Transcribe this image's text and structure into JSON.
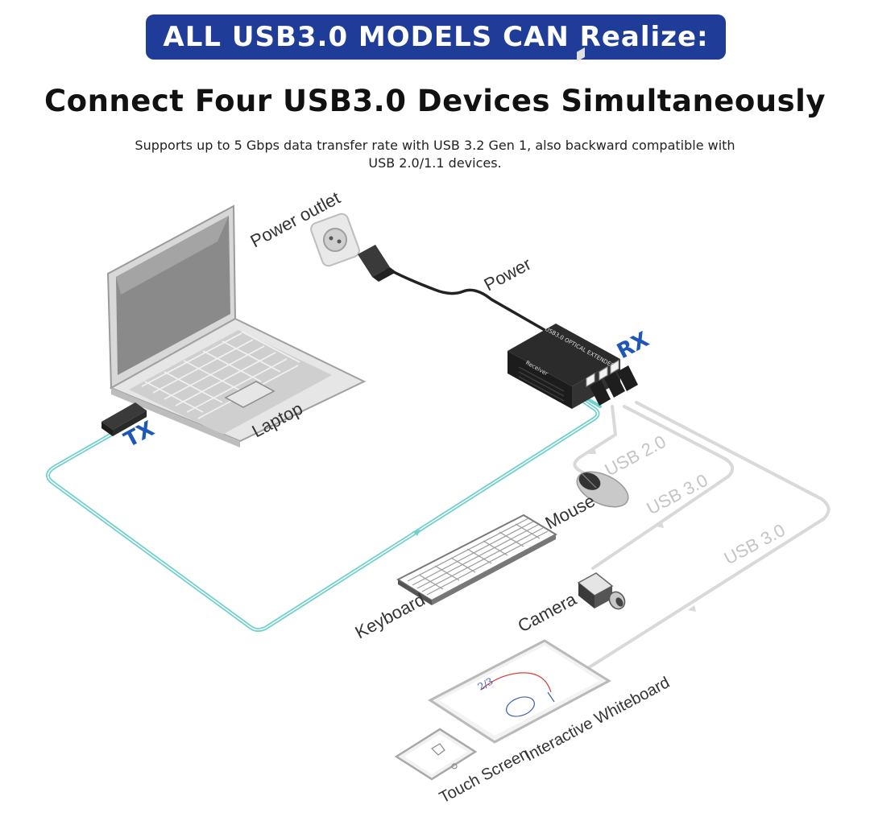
{
  "header": {
    "banner": "ALL USB3.0 MODELS CAN Realize:",
    "title": "Connect Four USB3.0 Devices Simultaneously",
    "subtitle_line1": "Supports up to 5 Gbps data transfer rate with USB 3.2 Gen 1, also backward compatible with",
    "subtitle_line2": "USB 2.0/1.1 devices."
  },
  "colors": {
    "banner_bg": "#1f3c99",
    "fiber": "#6fd0cc",
    "usb_cable": "#d9d9d9",
    "label_blue": "#1f57b8"
  },
  "diagram": {
    "labels": {
      "power_outlet": "Power outlet",
      "power": "Power",
      "rx": "RX",
      "tx": "TX",
      "laptop": "Laptop",
      "usb20": "USB 2.0",
      "usb30_a": "USB 3.0",
      "usb30_b": "USB 3.0",
      "mouse": "Mouse",
      "keyboard": "Keyboard",
      "camera": "Camera",
      "whiteboard": "Interactive Whiteboard",
      "touch_screen": "Touch Screen"
    },
    "device_text": {
      "receiver_top": "USB3.0 OPTICAL EXTENDER",
      "receiver_side": "Receiver"
    },
    "icons": [
      "laptop-icon",
      "tx-dongle-icon",
      "power-outlet-icon",
      "power-plug-icon",
      "receiver-box-icon",
      "mouse-icon",
      "keyboard-icon",
      "camera-icon",
      "whiteboard-icon",
      "touch-screen-icon"
    ]
  }
}
